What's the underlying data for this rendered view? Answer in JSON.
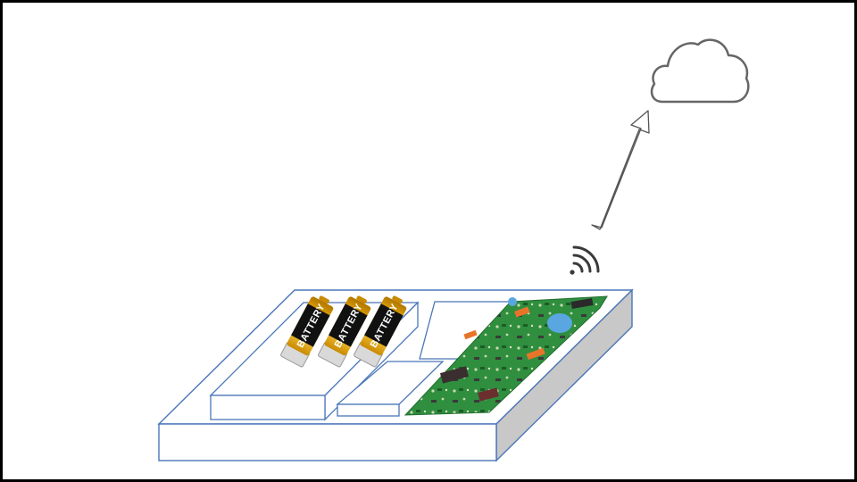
{
  "batteries": [
    {
      "label": "BATTERY"
    },
    {
      "label": "BATTERY"
    },
    {
      "label": "BATTERY"
    }
  ],
  "icons": {
    "cloud": "cloud-icon",
    "wifi": "wifi-icon",
    "arrow": "upload-arrow-icon"
  },
  "colors": {
    "frame": "#000000",
    "device_outline": "#4a76b8",
    "device_side": "#c8c8c8",
    "battery_body": "#f4b400",
    "battery_band": "#111111",
    "pcb": "#2f8f3f",
    "cloud_stroke": "#666666"
  }
}
